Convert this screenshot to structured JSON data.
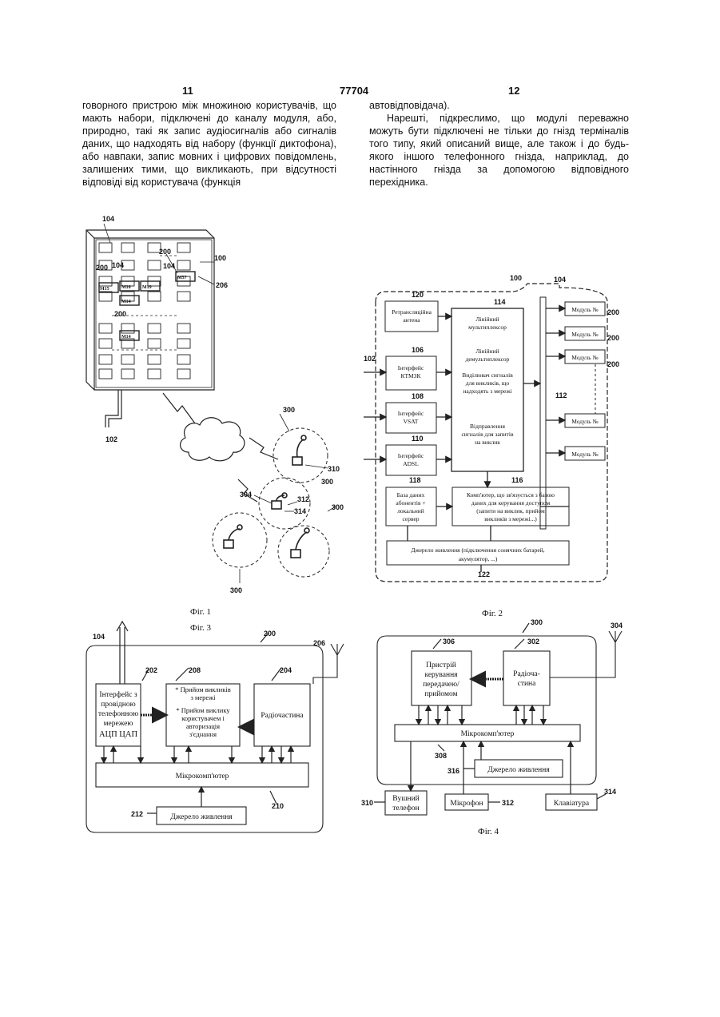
{
  "header": {
    "page_left": "11",
    "patent_number": "77704",
    "page_right": "12"
  },
  "text": {
    "left_column": "говорного пристрою між множиною користувачів, що мають набори, підключені до каналу модуля, або, природно, такі як запис аудіосигналів або сигналів даних, що надходять від набору (функції диктофона), або навпаки, запис мовних і цифрових повідомлень, залишених тими, що викликають, при відсутності відповіді від користувача (функція",
    "right_column_p1": "автовідповідача).",
    "right_column_p2": "Нарешті, підкреслимо, що модулі переважно можуть бути підключені не тільки до гнізд терміналів того типу, який описаний вище, але також і до будь-якого іншого телефонного гнізда, наприклад, до настінного гнізда за допомогою відповідного перехідника."
  },
  "fig1": {
    "caption": "Фіг. 1",
    "refs": {
      "r104a": "104",
      "r104b": "104",
      "r104c": "104",
      "r200a": "200",
      "r200b": "200",
      "r200c": "200",
      "r100": "100",
      "r206": "206",
      "r102": "102",
      "r300a": "300",
      "r300b": "300",
      "r300c": "300",
      "r300d": "300",
      "r304": "304",
      "r310": "310",
      "r312": "312",
      "r314": "314"
    },
    "module_tags": {
      "m1": "M15",
      "m2": "M10",
      "m3": "M19",
      "m4": "M14",
      "m5": "M57",
      "m6": "M14"
    }
  },
  "fig2": {
    "caption": "Фіг. 2",
    "refs": {
      "r100": "100",
      "r104": "104",
      "r114": "114",
      "r120": "120",
      "r102": "102",
      "r106": "106",
      "r108": "108",
      "r110": "110",
      "r112": "112",
      "r118": "118",
      "r116": "116",
      "r122": "122",
      "r200a": "200",
      "r200b": "200",
      "r200c": "200"
    },
    "antenna": [
      "Ретрансляційна",
      "антена"
    ],
    "iface_ktmzk": [
      "Інтерфейс",
      "КТМЗК"
    ],
    "iface_vsat": [
      "Інтерфейс",
      "VSAT"
    ],
    "iface_adsl": [
      "Інтерфейс",
      "ADSL"
    ],
    "center": [
      "Лінійний",
      "мультиплексор",
      "",
      "Лінійний",
      "демультиплексор",
      "",
      "Виділювач сигналів",
      "для викликів, що",
      "надходять з мережі",
      "",
      "",
      "",
      "Відправлення",
      "сигналів для запитів",
      "на виклик"
    ],
    "db": [
      "База даних",
      "абонентів +",
      "локальний",
      "сервер"
    ],
    "computer": [
      "Комп'ютер, що зв'язується з базою",
      "даних для керування доступом",
      "(запити на виклик, прийом",
      "викликів з мережі...)"
    ],
    "power": [
      "Джерело живлення (підключення сонячних батарей,",
      "акумулятор, ...)"
    ],
    "modules": [
      "Модуль №",
      "Модуль №",
      "Модуль №",
      "Модуль №",
      "Модуль №"
    ]
  },
  "fig3": {
    "caption": "Фіг. 3",
    "refs": {
      "r104": "104",
      "r200": "200",
      "r206": "206",
      "r202": "202",
      "r208": "208",
      "r204": "204",
      "r212": "212",
      "r210": "210"
    },
    "iface": [
      "Інтерфейс з",
      "провідною",
      "телефонною",
      "мережею",
      "АЦП ЦАП"
    ],
    "calls": [
      "* Прийом викликів",
      "з мережі",
      "* Прийом виклику",
      "користувачем і",
      "авторизація",
      "з'єднання"
    ],
    "radio": "Радіочастина",
    "micro": "Мікрокомп'ютер",
    "power": "Джерело живлення"
  },
  "fig4": {
    "caption": "Фіг. 4",
    "refs": {
      "r300": "300",
      "r306": "306",
      "r302": "302",
      "r304": "304",
      "r308": "308",
      "r316": "316",
      "r310": "310",
      "r312": "312",
      "r314": "314"
    },
    "control": [
      "Пристрій",
      "керування",
      "передачею/",
      "прийомом"
    ],
    "radio": [
      "Радіоча-",
      "стина"
    ],
    "micro": "Мікрокомп'ютер",
    "power": "Джерело живлення",
    "earphone": [
      "Вушний",
      "телефон"
    ],
    "mic": "Мікрофон",
    "keyboard": "Клавіатура"
  }
}
